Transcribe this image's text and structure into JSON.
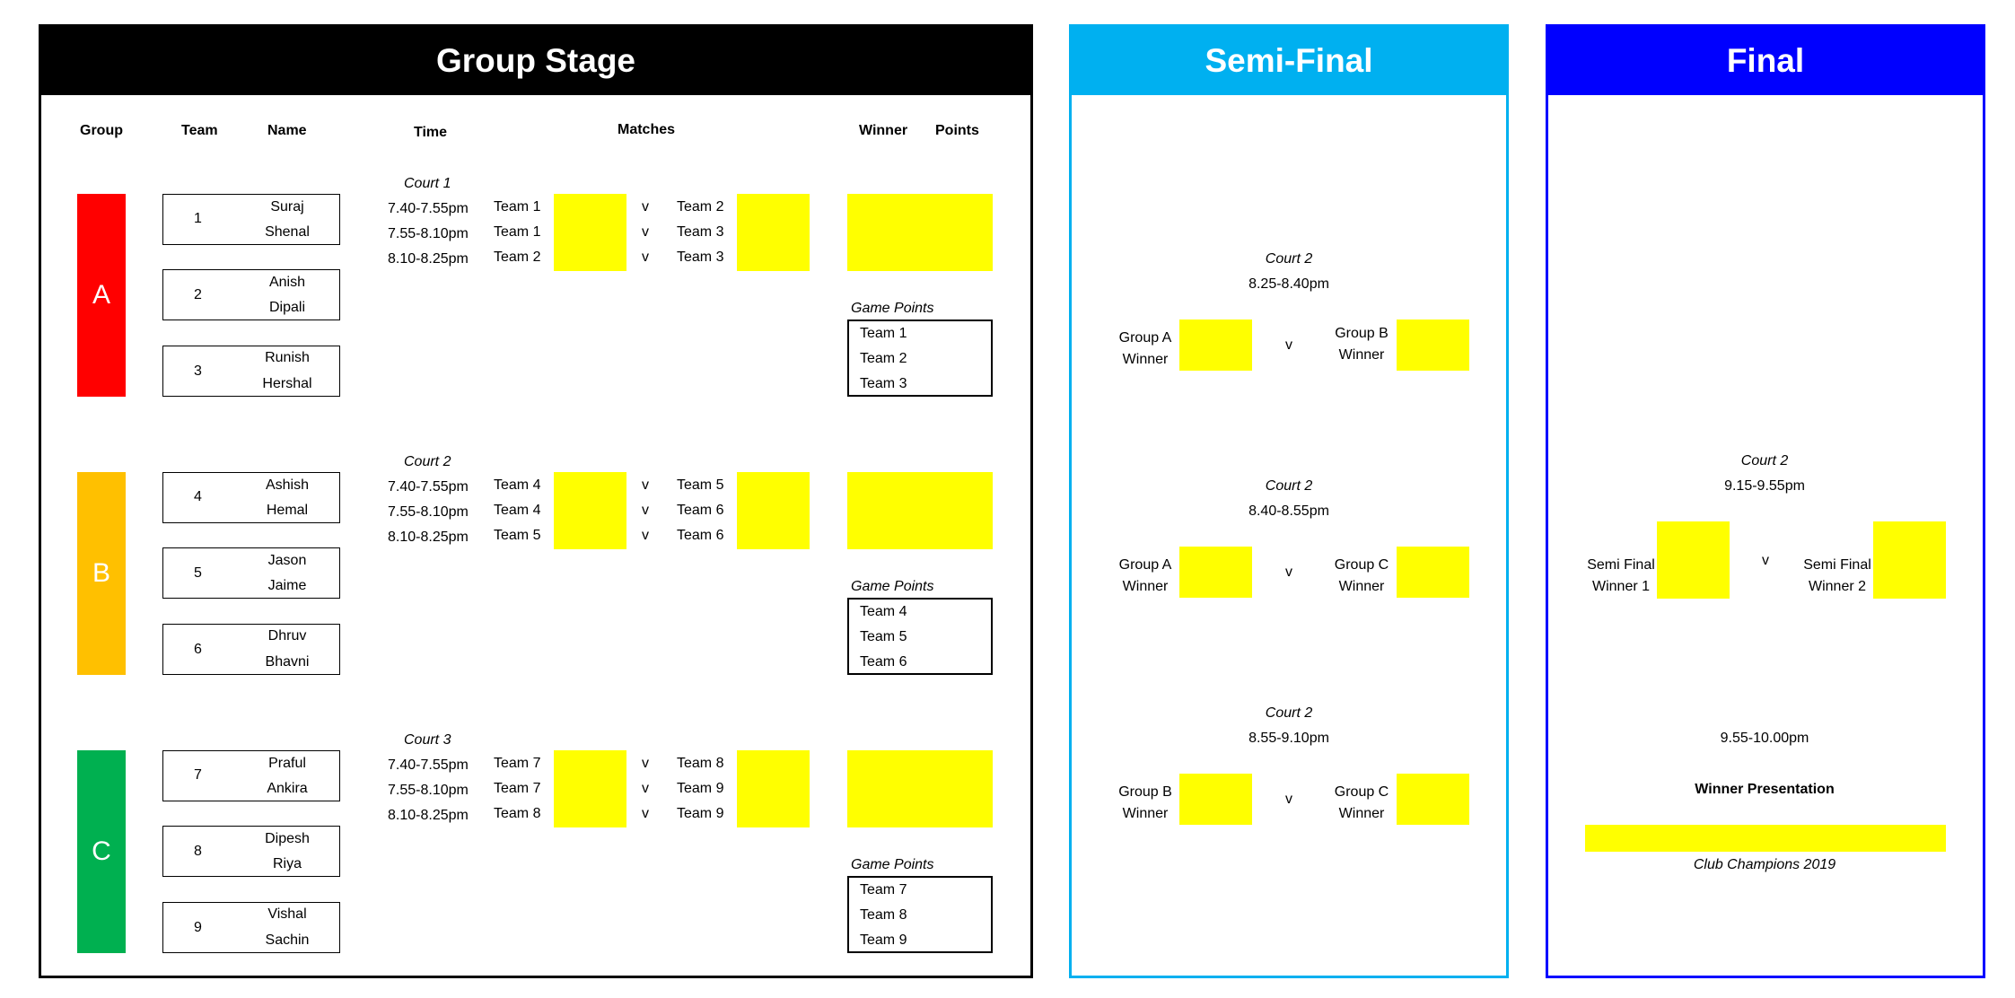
{
  "group_stage": {
    "title": "Group Stage",
    "headers": {
      "group": "Group",
      "team": "Team",
      "name": "Name",
      "time": "Time",
      "matches": "Matches",
      "winner": "Winner",
      "points": "Points"
    },
    "groups": [
      {
        "letter": "A",
        "color": "#ff0000",
        "court": "Court 1",
        "teams": [
          {
            "num": "1",
            "names": [
              "Suraj",
              "Shenal"
            ]
          },
          {
            "num": "2",
            "names": [
              "Anish",
              "Dipali"
            ]
          },
          {
            "num": "3",
            "names": [
              "Runish",
              "Hershal"
            ]
          }
        ],
        "matches": [
          {
            "time": "7.40-7.55pm",
            "home": "Team 1",
            "vs": "v",
            "away": "Team 2"
          },
          {
            "time": "7.55-8.10pm",
            "home": "Team 1",
            "vs": "v",
            "away": "Team 3"
          },
          {
            "time": "8.10-8.25pm",
            "home": "Team 2",
            "vs": "v",
            "away": "Team 3"
          }
        ],
        "game_points_label": "Game Points",
        "game_points": [
          "Team 1",
          "Team 2",
          "Team 3"
        ]
      },
      {
        "letter": "B",
        "color": "#ffc000",
        "court": "Court 2",
        "teams": [
          {
            "num": "4",
            "names": [
              "Ashish",
              "Hemal"
            ]
          },
          {
            "num": "5",
            "names": [
              "Jason",
              "Jaime"
            ]
          },
          {
            "num": "6",
            "names": [
              "Dhruv",
              "Bhavni"
            ]
          }
        ],
        "matches": [
          {
            "time": "7.40-7.55pm",
            "home": "Team 4",
            "vs": "v",
            "away": "Team 5"
          },
          {
            "time": "7.55-8.10pm",
            "home": "Team 4",
            "vs": "v",
            "away": "Team 6"
          },
          {
            "time": "8.10-8.25pm",
            "home": "Team 5",
            "vs": "v",
            "away": "Team 6"
          }
        ],
        "game_points_label": "Game Points",
        "game_points": [
          "Team 4",
          "Team 5",
          "Team 6"
        ]
      },
      {
        "letter": "C",
        "color": "#00b050",
        "court": "Court 3",
        "teams": [
          {
            "num": "7",
            "names": [
              "Praful",
              "Ankira"
            ]
          },
          {
            "num": "8",
            "names": [
              "Dipesh",
              "Riya"
            ]
          },
          {
            "num": "9",
            "names": [
              "Vishal",
              "Sachin"
            ]
          }
        ],
        "matches": [
          {
            "time": "7.40-7.55pm",
            "home": "Team 7",
            "vs": "v",
            "away": "Team 8"
          },
          {
            "time": "7.55-8.10pm",
            "home": "Team 7",
            "vs": "v",
            "away": "Team 9"
          },
          {
            "time": "8.10-8.25pm",
            "home": "Team 8",
            "vs": "v",
            "away": "Team 9"
          }
        ],
        "game_points_label": "Game Points",
        "game_points": [
          "Team 7",
          "Team 8",
          "Team 9"
        ]
      }
    ]
  },
  "semi_final": {
    "title": "Semi-Final",
    "matches": [
      {
        "court": "Court 2",
        "time": "8.25-8.40pm",
        "left": [
          "Group A",
          "Winner"
        ],
        "vs": "v",
        "right": [
          "Group B",
          "Winner"
        ]
      },
      {
        "court": "Court 2",
        "time": "8.40-8.55pm",
        "left": [
          "Group A",
          "Winner"
        ],
        "vs": "v",
        "right": [
          "Group C",
          "Winner"
        ]
      },
      {
        "court": "Court 2",
        "time": "8.55-9.10pm",
        "left": [
          "Group B",
          "Winner"
        ],
        "vs": "v",
        "right": [
          "Group C",
          "Winner"
        ]
      }
    ]
  },
  "final": {
    "title": "Final",
    "court": "Court 2",
    "time": "9.15-9.55pm",
    "left": [
      "Semi Final",
      "Winner 1"
    ],
    "vs": "v",
    "right": [
      "Semi Final",
      "Winner 2"
    ],
    "presentation_time": "9.55-10.00pm",
    "presentation_label": "Winner Presentation",
    "champions_caption": "Club Champions 2019"
  },
  "colors": {
    "group_stage_header": "#000000",
    "semi_final_header": "#00b0f0",
    "final_header": "#0000ff",
    "score_cell": "#ffff00"
  }
}
